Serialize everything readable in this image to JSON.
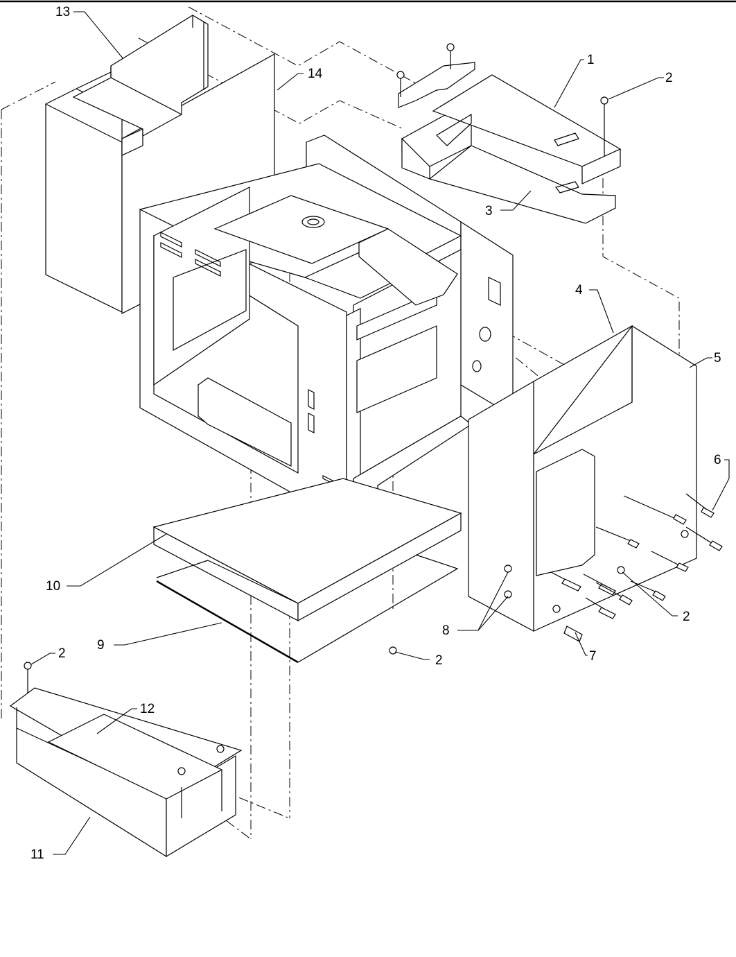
{
  "diagram": {
    "callouts": {
      "c1": "1",
      "c2a": "2",
      "c3": "3",
      "c4": "4",
      "c5": "5",
      "c6": "6",
      "c7": "7",
      "c8": "8",
      "c2b": "2",
      "c2c": "2",
      "c9": "9",
      "c10": "10",
      "c2d": "2",
      "c11": "11",
      "c12": "12",
      "c13": "13",
      "c14": "14"
    }
  }
}
